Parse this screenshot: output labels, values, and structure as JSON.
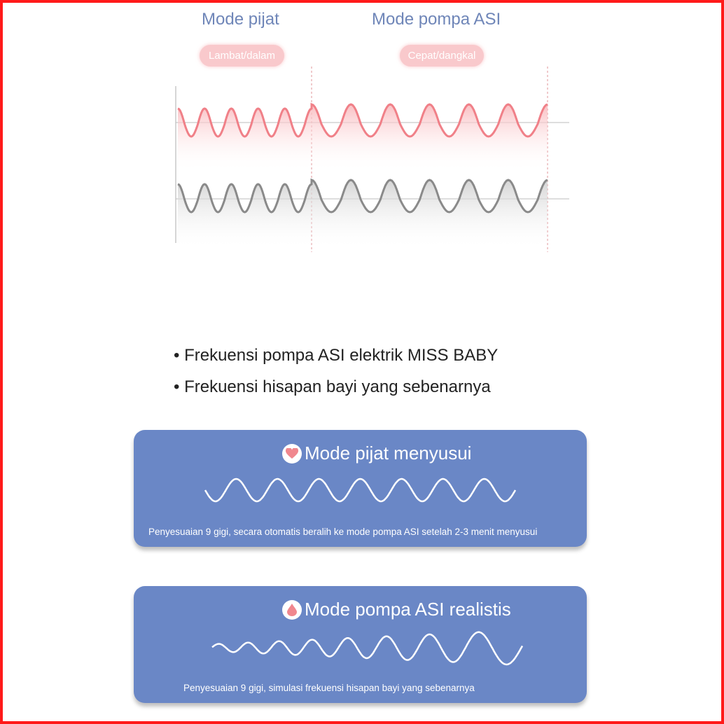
{
  "chart_data": {
    "type": "diagram",
    "sections": [
      {
        "title": "Mode pijat",
        "tag": "Lambat/dalam",
        "cycles": 5
      },
      {
        "title": "Mode pompa ASI",
        "tag": "Cepat/dangkal",
        "cycles": 6
      }
    ],
    "series": [
      {
        "color": "#f08088",
        "fill": "#f9b8bc"
      },
      {
        "color": "#8a8a8a",
        "fill": "#d0d0d0"
      }
    ]
  },
  "bullets": [
    "Frekuensi pompa ASI elektrik MISS BABY",
    "Frekuensi hisapan bayi yang sebenarnya"
  ],
  "cards": [
    {
      "title": "Mode pijat menyusui",
      "icon": "heart-icon",
      "caption": "Penyesuaian 9 gigi, secara otomatis beralih ke mode pompa ASI setelah 2-3 menit menyusui"
    },
    {
      "title": "Mode pompa ASI realistis",
      "icon": "milk-drop-icon",
      "caption": "Penyesuaian 9 gigi, simulasi frekuensi hisapan bayi yang sebenarnya"
    }
  ],
  "colors": {
    "title": "#6f86b8",
    "pill": "#f9c9cc",
    "card": "#6a87c6",
    "accent": "#f08088",
    "frame": "#ff1a1a"
  }
}
